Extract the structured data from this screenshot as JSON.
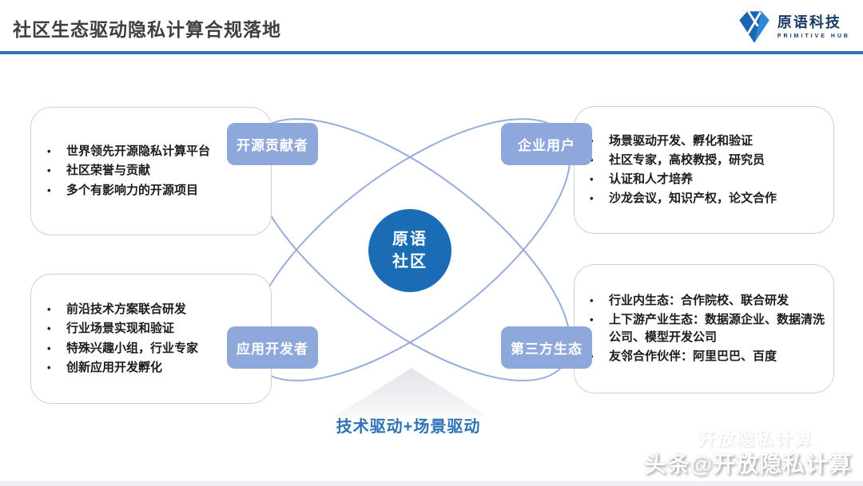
{
  "header": {
    "title": "社区生态驱动隐私计算合规落地",
    "logo": {
      "name": "原语科技",
      "subtitle": "PRIMITIVE HUB"
    }
  },
  "colors": {
    "accent_blue": "#2E74B5",
    "label_fill": "#8FA8DB",
    "circle_fill": "#1A6CB5",
    "orbit_stroke": "#96ADDC",
    "title_gray": "#3F3F3F"
  },
  "diagram": {
    "center": {
      "line1": "原语",
      "line2": "社区"
    },
    "nodes": [
      {
        "id": "open-source-contributors",
        "label": "开源贡献者",
        "bullets": [
          "世界领先开源隐私计算平台",
          "社区荣誉与贡献",
          "多个有影响力的开源项目"
        ]
      },
      {
        "id": "enterprise-users",
        "label": "企业用户",
        "bullets": [
          "场景驱动开发、孵化和验证",
          "社区专家，高校教授，研究员",
          "认证和人才培养",
          "沙龙会议，知识产权，论文合作"
        ]
      },
      {
        "id": "app-developers",
        "label": "应用开发者",
        "bullets": [
          "前沿技术方案联合研发",
          "行业场景实现和验证",
          "特殊兴趣小组，行业专家",
          "创新应用开发孵化"
        ]
      },
      {
        "id": "third-party-ecosystem",
        "label": "第三方生态",
        "bullets": [
          "行业内生态：合作院校、联合研发",
          "上下游产业生态：数据源企业、数据清洗公司、模型开发公司",
          "友邻合作伙伴：阿里巴巴、百度"
        ]
      }
    ],
    "footer_text": "技术驱动+场景驱动"
  },
  "watermark": {
    "main": "头条@开放隐私计算",
    "ghost": "开放隐私计算"
  }
}
